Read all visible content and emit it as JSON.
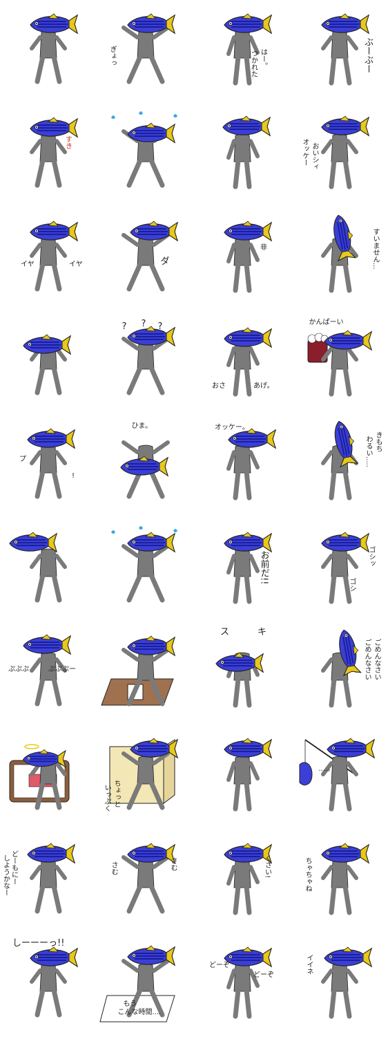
{
  "sheet": {
    "colors": {
      "fish_body": "#3b3fd6",
      "fish_stripe": "#1a1f9a",
      "fish_fin": "#e8c81a",
      "person": "#7a7a7a",
      "outline": "#222222",
      "sweat": "#3aa7e0"
    },
    "stickers": [
      {
        "captions": []
      },
      {
        "captions": [
          "ぎょっ"
        ]
      },
      {
        "captions": [
          "はー。",
          "つかれた"
        ]
      },
      {
        "captions": [
          "ぶーぶー"
        ]
      },
      {
        "captions": [
          "すき"
        ]
      },
      {
        "captions": []
      },
      {
        "captions": []
      },
      {
        "captions": [
          "オッケー",
          "おいシィ"
        ]
      },
      {
        "captions": [
          "イヤ",
          "イヤ"
        ]
      },
      {
        "captions": [
          "ダ"
        ]
      },
      {
        "captions": [
          "非"
        ]
      },
      {
        "captions": [
          "すいません..."
        ]
      },
      {
        "captions": []
      },
      {
        "captions": [
          "?",
          "?",
          "?"
        ]
      },
      {
        "captions": [
          "おさ",
          "あげ。"
        ]
      },
      {
        "captions": [
          "かんぱーい"
        ]
      },
      {
        "captions": [
          "プ",
          "!"
        ]
      },
      {
        "captions": [
          "ひま。"
        ]
      },
      {
        "captions": [
          "オッケー。"
        ]
      },
      {
        "captions": [
          "きもち",
          "わるい....."
        ]
      },
      {
        "captions": []
      },
      {
        "captions": []
      },
      {
        "captions": [
          "お前だ!!"
        ]
      },
      {
        "captions": [
          "ゴシッ",
          "ゴシ"
        ]
      },
      {
        "captions": [
          "ぷぷぷ",
          "ぷぷぷー"
        ]
      },
      {
        "captions": []
      },
      {
        "captions": [
          "ス",
          "キ"
        ]
      },
      {
        "captions": [
          "ごめんなさい",
          "ごめんなさい"
        ]
      },
      {
        "captions": []
      },
      {
        "captions": [
          "ちょっと",
          "いっぷく"
        ]
      },
      {
        "captions": []
      },
      {
        "captions": [
          "....。"
        ]
      },
      {
        "captions": [
          "どーもにー",
          "しようかなー"
        ]
      },
      {
        "captions": [
          "さむ",
          "さむ"
        ]
      },
      {
        "captions": [
          "くさい!"
        ]
      },
      {
        "captions": [
          "ちゃちゃね"
        ]
      },
      {
        "captions": [
          "しーーーっ!!"
        ]
      },
      {
        "captions": [
          "もう",
          "こんな時間...."
        ]
      },
      {
        "captions": [
          "どーぞ",
          "どーぞ"
        ]
      },
      {
        "captions": [
          "イイネ"
        ]
      }
    ]
  }
}
